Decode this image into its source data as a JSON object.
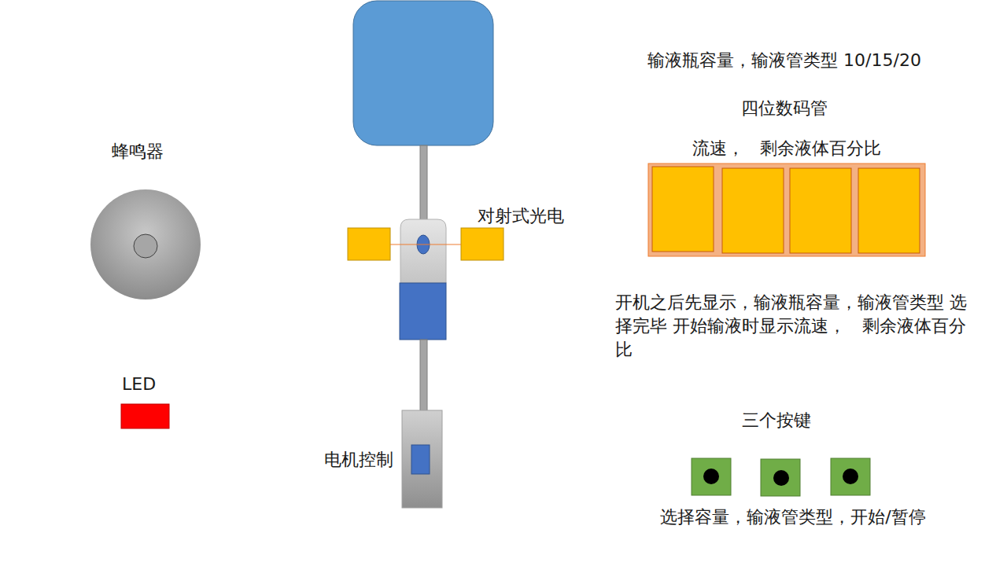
{
  "diagram": {
    "labels": [
      "输液瓶容量，输液管类型 10/15/20",
      "四位数码管",
      "流速，   剩余液体百分比",
      "蜂鸣器",
      "对射式光电",
      "开机之后先显示，输液瓶容量，输液管类型 选择完毕 开始输液时显示流速，   剩余液体百分比",
      "LED",
      "三个按键",
      "电机控制",
      "选择容量，输液管类型，开始/暂停"
    ]
  }
}
